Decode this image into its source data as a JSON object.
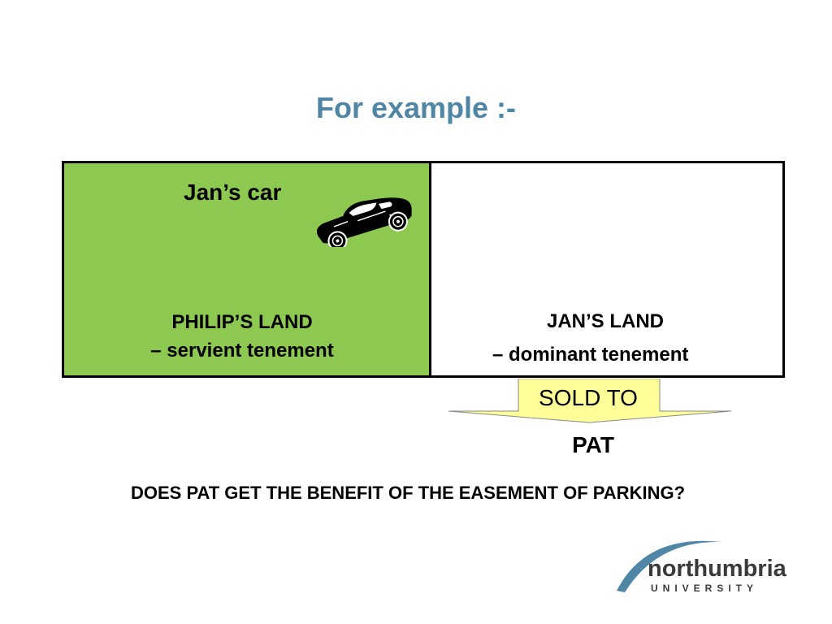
{
  "slide": {
    "title": "For example :-",
    "car_label": "Jan’s car",
    "philip_land": {
      "name": "PHILIP’S LAND",
      "role": "– servient tenement",
      "color": "#8dc850"
    },
    "jan_land": {
      "name": "JAN’S LAND",
      "role": "– dominant  tenement"
    },
    "transfer": {
      "label": "SOLD TO",
      "recipient": "PAT",
      "arrow_color": "#ffff99"
    },
    "question": "DOES PAT GET THE BENEFIT OF THE EASEMENT OF PARKING?",
    "logo": {
      "wordmark": "northumbria",
      "subtitle": "UNIVERSITY",
      "swoosh_color": "#4f86a6"
    },
    "icons": {
      "car": "convertible-car-icon"
    }
  }
}
